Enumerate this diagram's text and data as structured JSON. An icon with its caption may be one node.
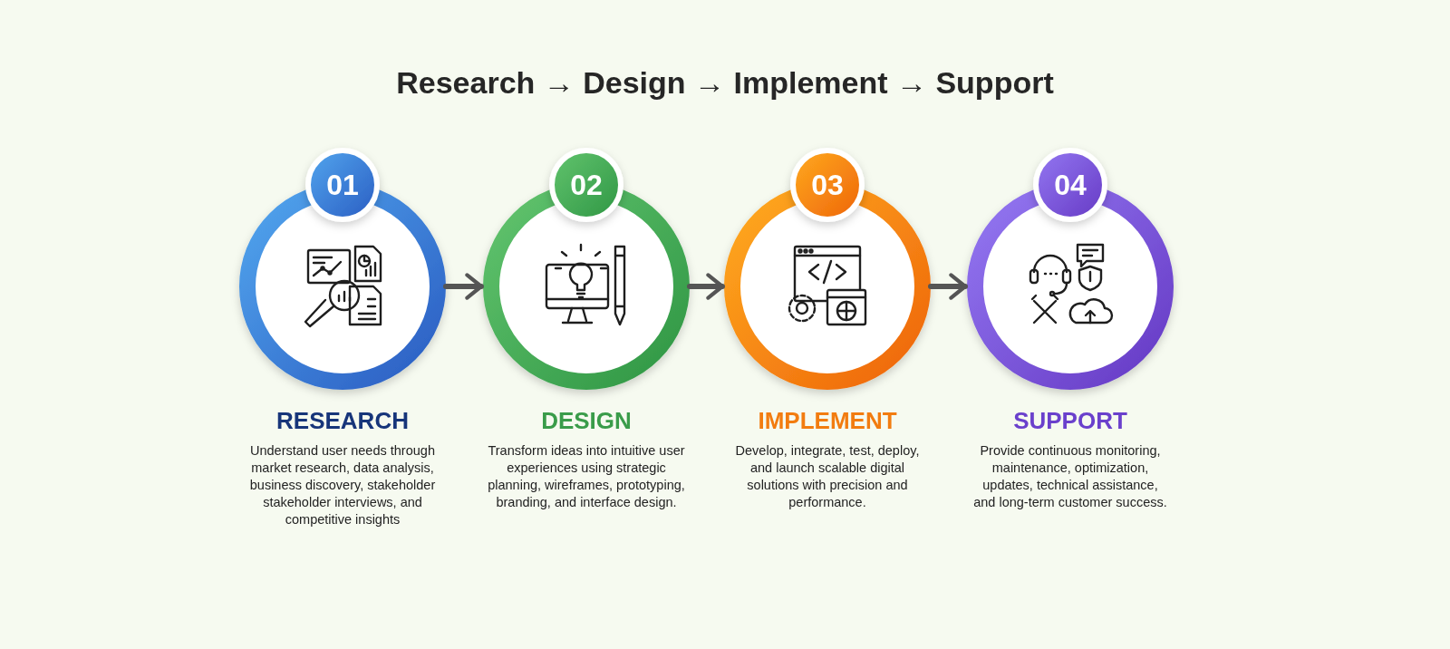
{
  "diagram": {
    "title": "Research → Design → Implement → Support",
    "nodes": [
      {
        "text": [
          "01",
          "RESEARCH",
          "Understand user needs through market research, data analysis, business discovery, stakeholder stakeholder interviews, and competitive insights"
        ]
      },
      {
        "text": [
          "02",
          "DESIGN",
          "Transform ideas into intuitive user experiences using strategic planning, wireframes, prototyping, branding, and interface design."
        ]
      },
      {
        "text": [
          "03",
          "IMPLEMENT",
          "Develop, integrate, test, deploy, and launch scalable digital solutions with precision and performance."
        ]
      },
      {
        "text": [
          "04",
          "SUPPORT",
          "Provide continuous monitoring, maintenance, optimization, updates, technical assistance, and long-term customer success."
        ]
      }
    ],
    "edges": [
      {
        "from": 0,
        "to": 1,
        "arrow": "to"
      },
      {
        "from": 1,
        "to": 2,
        "arrow": "to"
      },
      {
        "from": 2,
        "to": 3,
        "arrow": "to"
      }
    ]
  }
}
